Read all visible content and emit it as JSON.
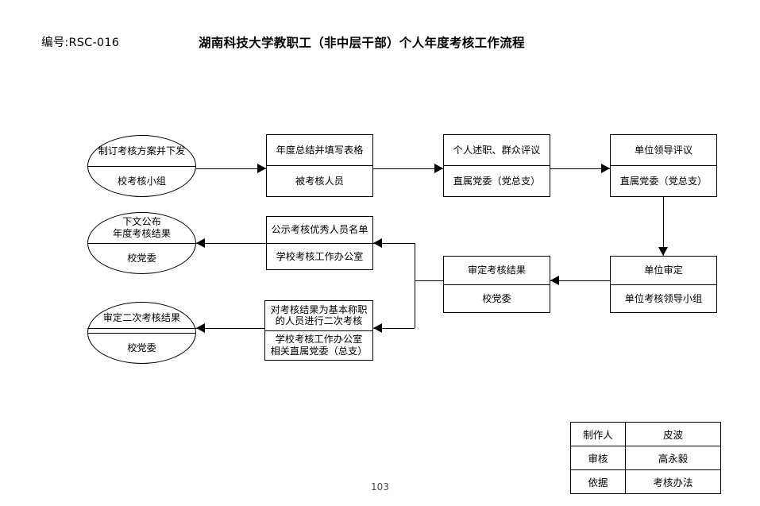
{
  "header": {
    "doc_code": "编号:RSC-016",
    "title": "湖南科技大学教职工（非中层干部）个人年度考核工作流程"
  },
  "footer": {
    "page_number": "103"
  },
  "flow": {
    "nodes": [
      {
        "id": "plan",
        "shape": "ellipse",
        "action": "制订考核方案并下发",
        "owner": "校考核小组"
      },
      {
        "id": "summary",
        "shape": "box",
        "action": "年度总结并填写表格",
        "owner": "被考核人员"
      },
      {
        "id": "report",
        "shape": "box",
        "action": "个人述职、群众评议",
        "owner": "直属党委（党总支）"
      },
      {
        "id": "leader-review",
        "shape": "box",
        "action": "单位领导评议",
        "owner": "直属党委（党总支）"
      },
      {
        "id": "unit-approval",
        "shape": "box",
        "action": "单位审定",
        "owner": "单位考核领导小组"
      },
      {
        "id": "result-approval",
        "shape": "box",
        "action": "审定考核结果",
        "owner": "校党委"
      },
      {
        "id": "publicity",
        "shape": "box",
        "action": "公示考核优秀人员名单",
        "owner": "学校考核工作办公室"
      },
      {
        "id": "announce",
        "shape": "ellipse",
        "action": "下文公布\n年度考核结果",
        "owner": "校党委"
      },
      {
        "id": "second-review",
        "shape": "box",
        "action": "对考核结果为基本称职\n的人员进行二次考核",
        "owner": "学校考核工作办公室\n相关直属党委（总支）"
      },
      {
        "id": "second-approval",
        "shape": "ellipse",
        "action": "审定二次考核结果",
        "owner": "校党委"
      }
    ]
  },
  "signature_table": {
    "rows": [
      {
        "label": "制作人",
        "value": "皮波"
      },
      {
        "label": "审核",
        "value": "高永毅"
      },
      {
        "label": "依据",
        "value": "考核办法"
      }
    ]
  },
  "colors": {
    "line": "#000000",
    "background": "#ffffff"
  }
}
